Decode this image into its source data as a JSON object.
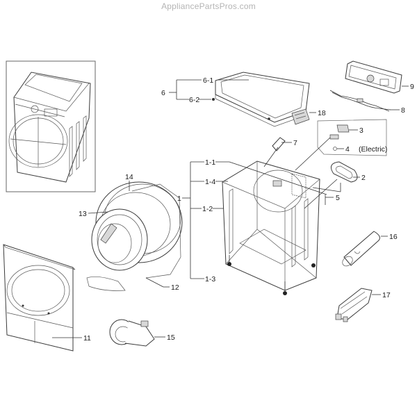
{
  "watermark": "AppliancePartsPros.com",
  "diagram": {
    "type": "exploded-parts-diagram",
    "subject": "Dryer cabinet assembly",
    "callouts": {
      "c1": "1",
      "c1_1": "1-1",
      "c1_2": "1-2",
      "c1_3": "1-3",
      "c1_4": "1-4",
      "c2": "2",
      "c3": "3",
      "c4": "4",
      "c4_note": "(Electric)",
      "c5": "5",
      "c6": "6",
      "c6_1": "6-1",
      "c6_2": "6-2",
      "c7": "7",
      "c8": "8",
      "c9": "9",
      "c11": "11",
      "c12": "12",
      "c13": "13",
      "c14": "14",
      "c15": "15",
      "c16": "16",
      "c17": "17",
      "c18": "18"
    },
    "parts": [
      {
        "id": "1",
        "name": "cabinet-assembly"
      },
      {
        "id": "2",
        "name": "exhaust-duct-cover"
      },
      {
        "id": "3",
        "name": "terminal-block"
      },
      {
        "id": "4",
        "name": "grommet"
      },
      {
        "id": "5",
        "name": "screw"
      },
      {
        "id": "6",
        "name": "top-cover-assembly"
      },
      {
        "id": "7",
        "name": "bracket"
      },
      {
        "id": "8",
        "name": "wire-harness"
      },
      {
        "id": "9",
        "name": "control-panel"
      },
      {
        "id": "11",
        "name": "front-panel"
      },
      {
        "id": "12",
        "name": "front-bulkhead"
      },
      {
        "id": "13",
        "name": "drum"
      },
      {
        "id": "14",
        "name": "rear-bulkhead"
      },
      {
        "id": "15",
        "name": "blower-motor"
      },
      {
        "id": "16",
        "name": "exhaust-duct"
      },
      {
        "id": "17",
        "name": "heater-assembly"
      },
      {
        "id": "18",
        "name": "door-switch"
      }
    ]
  }
}
